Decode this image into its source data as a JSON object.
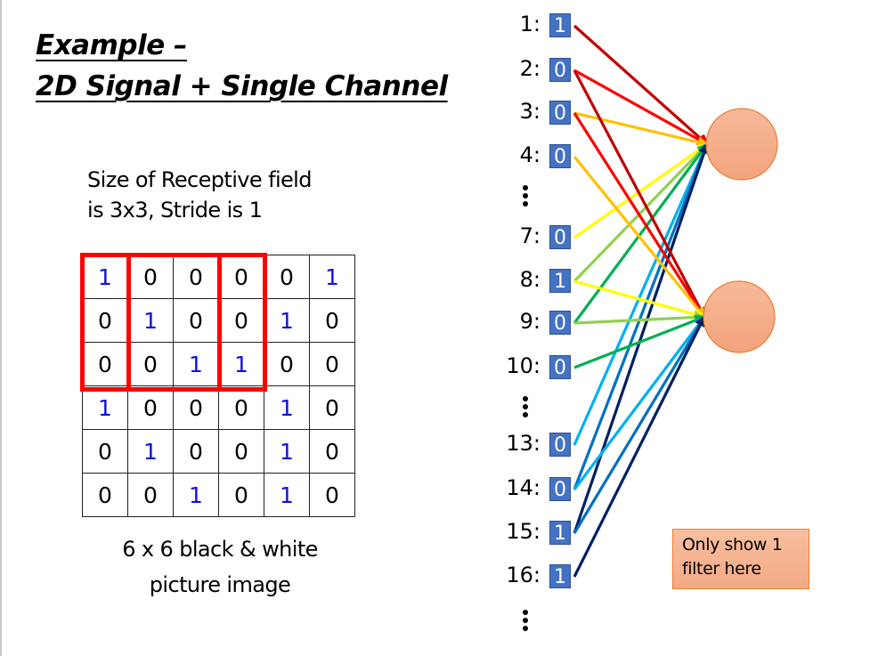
{
  "title": {
    "line1": "Example –",
    "line2": "2D Signal + Single Channel"
  },
  "receptive_field_caption": {
    "line1": "Size of Receptive field",
    "line2": "is 3x3, Stride is 1"
  },
  "image_caption": {
    "line1": "6 x 6 black & white",
    "line2": "picture image"
  },
  "image_grid": [
    [
      1,
      0,
      0,
      0,
      0,
      1
    ],
    [
      0,
      1,
      0,
      0,
      1,
      0
    ],
    [
      0,
      0,
      1,
      1,
      0,
      0
    ],
    [
      1,
      0,
      0,
      0,
      1,
      0
    ],
    [
      0,
      1,
      0,
      0,
      1,
      0
    ],
    [
      0,
      0,
      1,
      0,
      1,
      0
    ]
  ],
  "receptive_field_highlights": [
    {
      "name": "field-1",
      "row_start": 0,
      "col_start": 0,
      "size": 3
    },
    {
      "name": "field-2",
      "row_start": 0,
      "col_start": 1,
      "size": 3
    }
  ],
  "inputs": [
    {
      "label": "1:",
      "index": 1,
      "value": "1"
    },
    {
      "label": "2:",
      "index": 2,
      "value": "0"
    },
    {
      "label": "3:",
      "index": 3,
      "value": "0"
    },
    {
      "label": "4:",
      "index": 4,
      "value": "0"
    },
    {
      "label": "7:",
      "index": 7,
      "value": "0"
    },
    {
      "label": "8:",
      "index": 8,
      "value": "1"
    },
    {
      "label": "9:",
      "index": 9,
      "value": "0"
    },
    {
      "label": "10:",
      "index": 10,
      "value": "0"
    },
    {
      "label": "13:",
      "index": 13,
      "value": "0"
    },
    {
      "label": "14:",
      "index": 14,
      "value": "0"
    },
    {
      "label": "15:",
      "index": 15,
      "value": "1"
    },
    {
      "label": "16:",
      "index": 16,
      "value": "1"
    }
  ],
  "weight_colors": [
    "#c00000",
    "#ff0000",
    "#ffc000",
    "#ffff00",
    "#92d050",
    "#00b050",
    "#00b0f0",
    "#0070c0",
    "#002060"
  ],
  "neurons": [
    {
      "name": "neuron-1",
      "inputs": [
        1,
        2,
        3,
        7,
        8,
        9,
        13,
        14,
        15
      ]
    },
    {
      "name": "neuron-2",
      "inputs": [
        2,
        3,
        4,
        8,
        9,
        10,
        14,
        15,
        16
      ]
    }
  ],
  "neuron_color": "#f4b183",
  "note": {
    "line1": "Only show 1",
    "line2": "filter here"
  }
}
